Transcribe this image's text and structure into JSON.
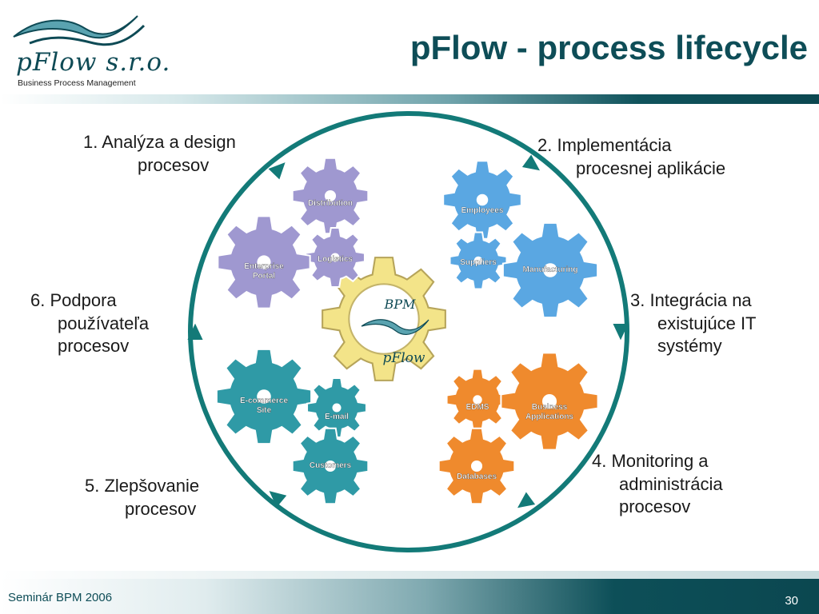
{
  "logo": {
    "name": "pFlow s.r.o.",
    "tagline": "Business Process Management"
  },
  "title": "pFlow  - process lifecycle",
  "center": {
    "top": "BPM",
    "bottom": "pFlow"
  },
  "steps": [
    {
      "line1": "1. Analýza a design",
      "line2": "procesov",
      "line3": ""
    },
    {
      "line1": "2. Implementácia",
      "line2": "procesnej aplikácie",
      "line3": ""
    },
    {
      "line1": "3. Integrácia na",
      "line2": "existujúce IT",
      "line3": "systémy"
    },
    {
      "line1": "4. Monitoring a",
      "line2": "administrácia",
      "line3": "procesov"
    },
    {
      "line1": "5. Zlepšovanie",
      "line2": "procesov",
      "line3": ""
    },
    {
      "line1": "6. Podpora",
      "line2": "používateľa",
      "line3": "procesov"
    }
  ],
  "gears": [
    {
      "label1": "Distribution",
      "label2": "",
      "color": "#9f98d0"
    },
    {
      "label1": "Logistics",
      "label2": "",
      "color": "#9f98d0"
    },
    {
      "label1": "Enterprise",
      "label2": "Portal",
      "color": "#9f98d0"
    },
    {
      "label1": "Employees",
      "label2": "",
      "color": "#5aa7e2"
    },
    {
      "label1": "Suppliers",
      "label2": "",
      "color": "#5aa7e2"
    },
    {
      "label1": "Manufacturing",
      "label2": "",
      "color": "#5aa7e2"
    },
    {
      "label1": "E-commerce",
      "label2": "Site",
      "color": "#2f9aa6"
    },
    {
      "label1": "E-mail",
      "label2": "",
      "color": "#2f9aa6"
    },
    {
      "label1": "Customers",
      "label2": "",
      "color": "#2f9aa6"
    },
    {
      "label1": "EDMS",
      "label2": "",
      "color": "#ef8a2d"
    },
    {
      "label1": "Business",
      "label2": "Applications",
      "color": "#ef8a2d"
    },
    {
      "label1": "Databases",
      "label2": "",
      "color": "#ef8a2d"
    }
  ],
  "footer": {
    "left": "Seminár BPM 2006",
    "right": "30"
  },
  "colors": {
    "accent": "#0e4d57",
    "cycle": "#137a78",
    "center_gear": "#f3e489"
  }
}
